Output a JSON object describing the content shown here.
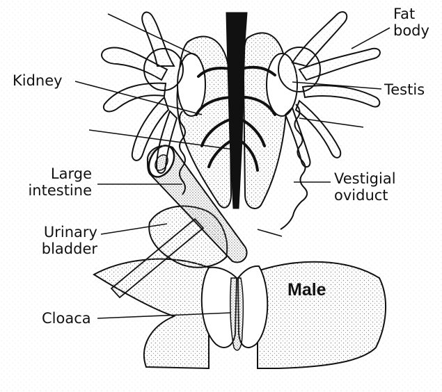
{
  "labels": {
    "fat_body_1": "Fat",
    "fat_body_2": "body",
    "kidney": "Kidney",
    "testis": "Testis",
    "large_intestine_1": "Large",
    "large_intestine_2": "intestine",
    "vestigial_oviduct_1": "Vestigial",
    "vestigial_oviduct_2": "oviduct",
    "urinary_bladder_1": "Urinary",
    "urinary_bladder_2": "bladder",
    "cloaca": "Cloaca",
    "male": "Male"
  },
  "colors": {
    "ink": "#111111",
    "stipple": "#9a9a9a",
    "paper": "#ffffff"
  }
}
